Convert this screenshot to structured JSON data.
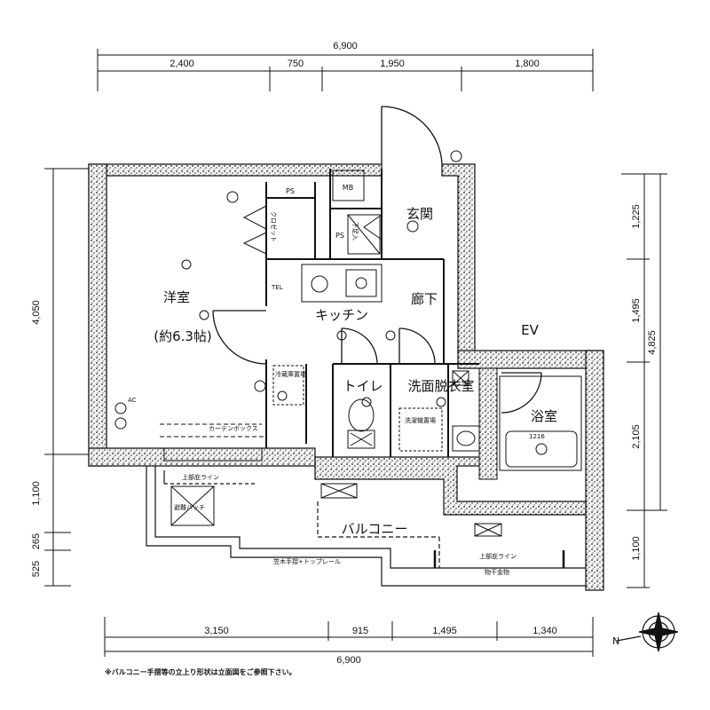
{
  "dimensions": {
    "top_total": "6,900",
    "top_segments": [
      "2,400",
      "750",
      "1,950",
      "1,800"
    ],
    "bottom_segments": [
      "3,150",
      "915",
      "1,495",
      "1,340"
    ],
    "bottom_total": "6,900",
    "left_segments": [
      "4,050",
      "1,100",
      "265",
      "525"
    ],
    "right_segments": [
      "1,225",
      "1,495",
      "2,105",
      "1,100"
    ],
    "right_total": "4,825"
  },
  "rooms": {
    "western_room": "洋室",
    "western_room_size": "(約6.3帖)",
    "kitchen": "キッチン",
    "corridor": "廊下",
    "entrance": "玄関",
    "toilet": "トイレ",
    "washroom": "洗面脱衣室",
    "bathroom": "浴室",
    "balcony": "バルコニー",
    "ev": "EV",
    "ps1": "PS",
    "ps2": "PS",
    "mb": "MB",
    "closet": "クロゼット",
    "shoes": "下足入"
  },
  "labels": {
    "ac": "AC",
    "tel": "TEL",
    "curtain": "カーテンボックス",
    "upper_line_left": "上部庇ライン",
    "upper_line_right": "上部庇ライン",
    "evac_hatch": "避難ハッチ",
    "railing": "笠木手摺+トップレール",
    "handrail": "物干金物",
    "fridge": "冷蔵庫置場",
    "washer": "洗濯機置場",
    "unit": "1216"
  },
  "footer_note": "※バルコニー手摺等の立上り形状は立面図をご参照下さい。"
}
